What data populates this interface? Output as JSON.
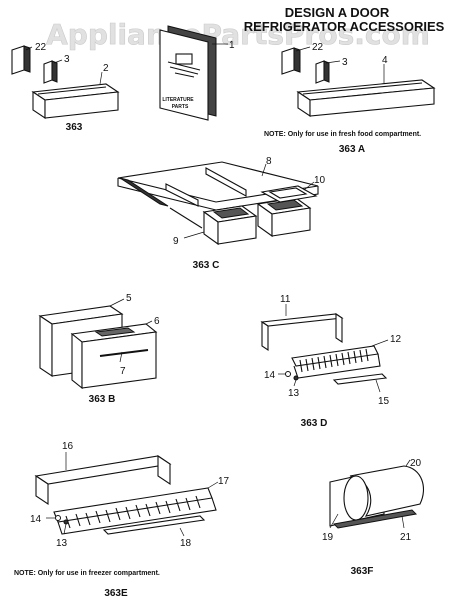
{
  "watermark": "AppliancePartsPros.com",
  "title": {
    "line1": "DESIGN A DOOR",
    "line2": "REFRIGERATOR ACCESSORIES"
  },
  "literature_label": {
    "line1": "LITERATURE",
    "line2": "PARTS"
  },
  "callouts": {
    "g363": {
      "p22": "22",
      "p3": "3",
      "p2": "2",
      "p1": "1"
    },
    "g363a": {
      "p22": "22",
      "p3": "3",
      "p4": "4"
    },
    "g363c": {
      "p8": "8",
      "p10": "10",
      "p9": "9"
    },
    "g363b": {
      "p5": "5",
      "p6": "6",
      "p7": "7"
    },
    "g363d": {
      "p11": "11",
      "p12": "12",
      "p14": "14",
      "p13": "13",
      "p15": "15"
    },
    "g363e": {
      "p16": "16",
      "p17": "17",
      "p14": "14",
      "p13": "13",
      "p18": "18"
    },
    "g363f": {
      "p20": "20",
      "p19": "19",
      "p21": "21"
    }
  },
  "groups": {
    "g363": "363",
    "g363a": "363 A",
    "g363c": "363 C",
    "g363b": "363 B",
    "g363d": "363 D",
    "g363e": "363E",
    "g363f": "363F"
  },
  "notes": {
    "fresh_food": "NOTE: Only for use in fresh food compartment.",
    "freezer": "NOTE: Only for use in freezer compartment."
  }
}
